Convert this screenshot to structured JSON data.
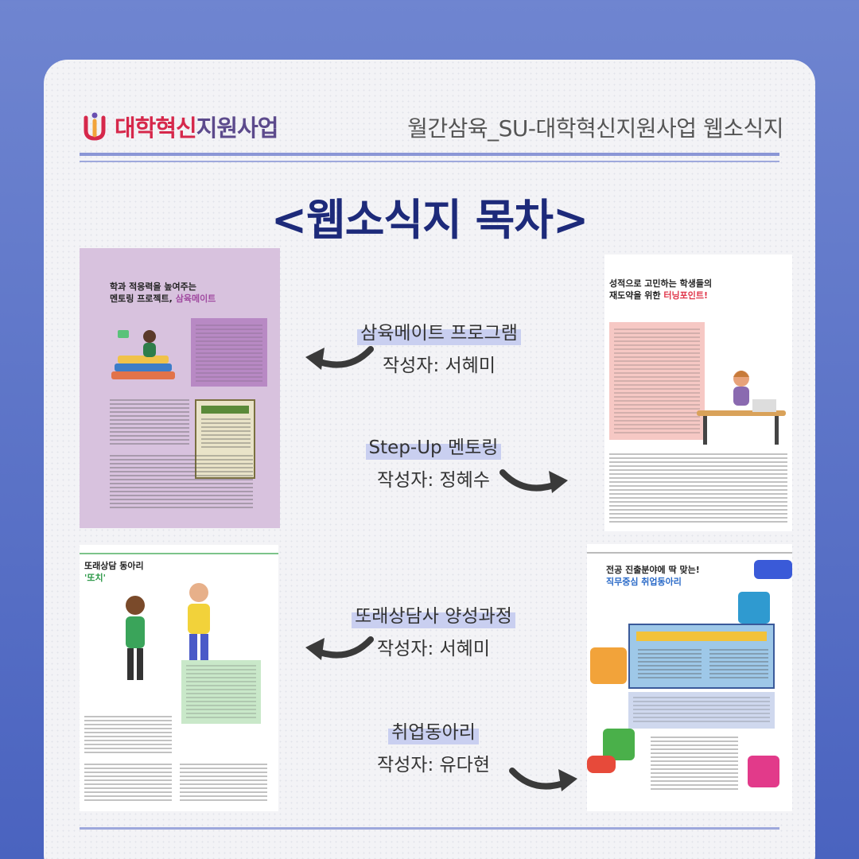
{
  "header": {
    "logo_accent": "대학혁신",
    "logo_rest": "지원사업",
    "site_title": "월간삼육_SU-대학혁신지원사업 웹소식지"
  },
  "title": "<웹소식지 목차>",
  "items": [
    {
      "program": "삼육메이트 프로그램",
      "author": "작성자: 서혜미",
      "thumb_heading": "학과 적응력을 높여주는",
      "thumb_heading2": "멘토링 프로젝트,",
      "thumb_highlight": "삼육메이트"
    },
    {
      "program": "Step-Up 멘토링",
      "author": "작성자: 정혜수",
      "thumb_heading": "성적으로 고민하는 학생들의",
      "thumb_heading2": "재도약을 위한",
      "thumb_highlight": "터닝포인트!"
    },
    {
      "program": "또래상담사 양성과정",
      "author": "작성자: 서혜미",
      "thumb_heading": "또래상담 동아리",
      "thumb_highlight": "'또치'"
    },
    {
      "program": "취업동아리",
      "author": "작성자: 유다현",
      "thumb_heading": "전공 진출분야에 딱 맞는!",
      "thumb_highlight": "직무중심 취업동아리"
    }
  ],
  "colors": {
    "background": "#5a72c8",
    "title": "#1d2a7a",
    "rule": "#8a96d6",
    "highlight": "#c9cff0"
  }
}
